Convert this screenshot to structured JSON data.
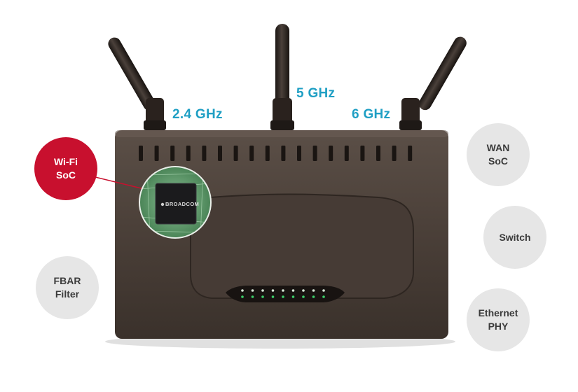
{
  "bands": {
    "left": "2.4 GHz",
    "center": "5 GHz",
    "right": "6 GHz"
  },
  "callouts": {
    "wifi_soc": {
      "line1": "Wi-Fi",
      "line2": "SoC",
      "color": "#c8102e"
    },
    "wan_soc": {
      "line1": "WAN",
      "line2": "SoC"
    },
    "switch": {
      "line1": "Switch"
    },
    "fbar": {
      "line1": "FBAR",
      "line2": "Filter"
    },
    "ethernet": {
      "line1": "Ethernet",
      "line2": "PHY"
    }
  },
  "chip": {
    "brand": "BROADCOM"
  },
  "colors": {
    "router_body": "#4a3f38",
    "band_label": "#1f9fc4",
    "highlight_red": "#c8102e",
    "bubble_grey": "#e6e6e6",
    "pcb_green": "#5f9c6a"
  },
  "front_panel": {
    "led_count": 9
  }
}
